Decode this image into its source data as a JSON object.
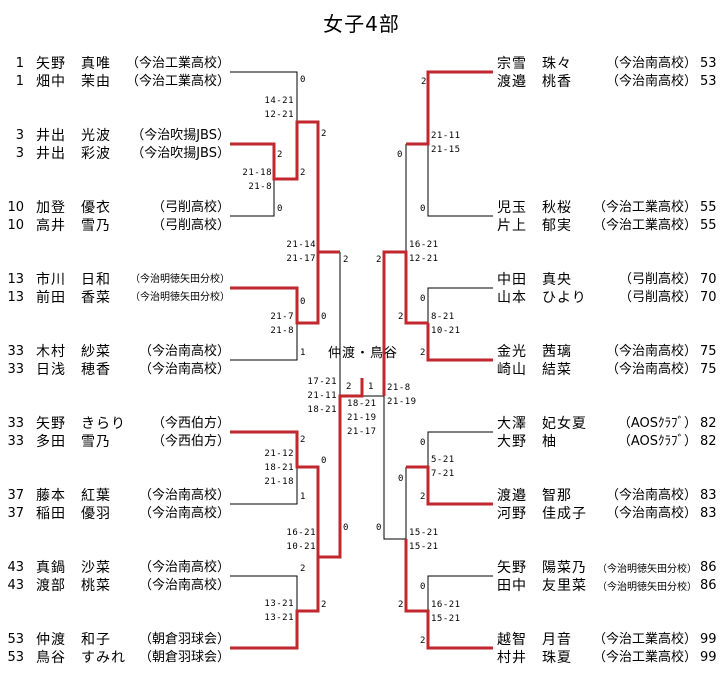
{
  "title": "女子4部",
  "champion_label": "仲渡・鳥谷",
  "colors": {
    "winner_line": "#c1272d",
    "line": "#000000"
  },
  "left": [
    {
      "seed": "1",
      "p1": "矢野　真唯",
      "p2": "畑中　茉由",
      "club": "（今治工業高校）",
      "small": false
    },
    {
      "seed": "3",
      "p1": "井出　光波",
      "p2": "井出　彩波",
      "club": "（今治吹揚JBS）",
      "small": false
    },
    {
      "seed": "10",
      "p1": "加登　優衣",
      "p2": "高井　雪乃",
      "club": "（弓削高校）",
      "small": false
    },
    {
      "seed": "13",
      "p1": "市川　日和",
      "p2": "前田　香菜",
      "club": "（今治明徳矢田分校）",
      "small": true
    },
    {
      "seed": "33",
      "p1": "木村　紗菜",
      "p2": "日浅　穂香",
      "club": "（今治南高校）",
      "small": false
    },
    {
      "seed": "33",
      "p1": "矢野　きらり",
      "p2": "多田　雪乃",
      "club": "（今西伯方）",
      "small": false
    },
    {
      "seed": "37",
      "p1": "藤本　紅葉",
      "p2": "稲田　優羽",
      "club": "（今治南高校）",
      "small": false
    },
    {
      "seed": "43",
      "p1": "真鍋　沙菜",
      "p2": "渡部　桃菜",
      "club": "（今治南高校）",
      "small": false
    },
    {
      "seed": "53",
      "p1": "仲渡　和子",
      "p2": "鳥谷　すみれ",
      "club": "（朝倉羽球会）",
      "small": false
    }
  ],
  "right": [
    {
      "seed": "53",
      "p1": "宗雪　珠々",
      "p2": "渡邉　桃香",
      "club": "（今治南高校）",
      "small": false
    },
    {
      "seed": "55",
      "p1": "児玉　秋桜",
      "p2": "片上　郁実",
      "club": "（今治工業高校）",
      "small": false
    },
    {
      "seed": "70",
      "p1": "中田　真央",
      "p2": "山本　ひより",
      "club": "（弓削高校）",
      "small": false
    },
    {
      "seed": "75",
      "p1": "金光　茜璃",
      "p2": "崎山　結菜",
      "club": "（今治南高校）",
      "small": false
    },
    {
      "seed": "82",
      "p1": "大澤　妃女夏",
      "p2": "大野　柚",
      "club": "（AOSｸﾗﾌﾞ）",
      "small": false
    },
    {
      "seed": "83",
      "p1": "渡邉　智那",
      "p2": "河野　佳成子",
      "club": "（今治南高校）",
      "small": false
    },
    {
      "seed": "86",
      "p1": "矢野　陽菜乃",
      "p2": "田中　友里菜",
      "club": "（今治明徳矢田分校）",
      "small": true
    },
    {
      "seed": "99",
      "p1": "越智　月音",
      "p2": "村井　珠夏",
      "club": "（今治工業高校）",
      "small": false
    }
  ],
  "scores": {
    "l_r1_a": [
      "14-21",
      "12-21"
    ],
    "l_r1_b": [
      "21-18",
      "21-8"
    ],
    "l_r2_a": [
      "21-14",
      "21-17"
    ],
    "l_r1_c": [
      "21-7",
      "21-8"
    ],
    "l_r1_d": [
      "21-12",
      "18-21",
      "21-18"
    ],
    "l_r1_e": [
      "13-21",
      "13-21"
    ],
    "l_r2_b": [
      "16-21",
      "10-21"
    ],
    "l_sf": [
      "17-21",
      "21-11",
      "18-21"
    ],
    "final": [
      "18-21",
      "21-19",
      "21-17"
    ],
    "r_sf": [
      "21-8",
      "21-19"
    ],
    "r_r1_a": [
      "21-11",
      "21-15"
    ],
    "r_r2_a": [
      "16-21",
      "12-21"
    ],
    "r_r1_b": [
      "8-21",
      "10-21"
    ],
    "r_r1_c": [
      "5-21",
      "7-21"
    ],
    "r_r2_b": [
      "15-21",
      "15-21"
    ],
    "r_r1_d": [
      "16-21",
      "15-21"
    ]
  },
  "games": {
    "l1a": "0",
    "l1b": "2",
    "l2a": "2",
    "l2b": "0",
    "l3a": "2",
    "l3b": "2",
    "l4a": "2",
    "l4b": "0",
    "l5a": "0",
    "l5b": "1",
    "l6a": "2",
    "l6b": "1",
    "l7a": "2",
    "l7b": "0",
    "l8a": "0",
    "l8b": "2",
    "l9a": "2",
    "l9b": "2",
    "fl": "2",
    "fr": "1",
    "r1a": "2",
    "r1b": "0",
    "r2a": "0",
    "r2b": "0",
    "r3a": "2",
    "r3b": "2",
    "r4a": "0",
    "r4b": "2",
    "r5a": "0",
    "r5b": "0",
    "r6a": "2",
    "r6b": "0",
    "r7a": "0",
    "r7b": "2",
    "r8a": "2"
  }
}
